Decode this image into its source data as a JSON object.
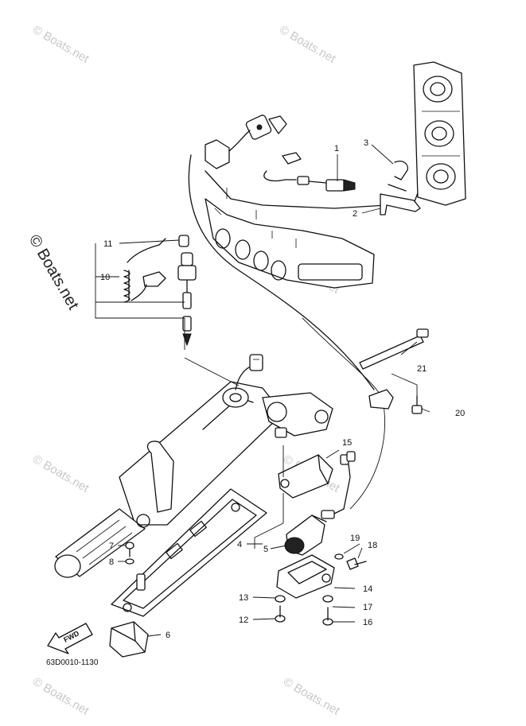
{
  "callouts": [
    {
      "id": "1",
      "label": "1"
    },
    {
      "id": "2",
      "label": "2"
    },
    {
      "id": "3",
      "label": "3"
    },
    {
      "id": "4",
      "label": "4"
    },
    {
      "id": "5",
      "label": "5"
    },
    {
      "id": "6",
      "label": "6"
    },
    {
      "id": "7",
      "label": "7"
    },
    {
      "id": "8",
      "label": "8"
    },
    {
      "id": "10",
      "label": "10"
    },
    {
      "id": "11",
      "label": "11"
    },
    {
      "id": "12",
      "label": "12"
    },
    {
      "id": "13",
      "label": "13"
    },
    {
      "id": "14",
      "label": "14"
    },
    {
      "id": "15",
      "label": "15"
    },
    {
      "id": "16",
      "label": "16"
    },
    {
      "id": "17",
      "label": "17"
    },
    {
      "id": "18",
      "label": "18"
    },
    {
      "id": "19",
      "label": "19"
    },
    {
      "id": "20",
      "label": "20"
    },
    {
      "id": "21",
      "label": "21"
    }
  ],
  "diagram_code": "63D0010-1130",
  "fwd_label": "FWD",
  "watermark": "© Boats.net"
}
